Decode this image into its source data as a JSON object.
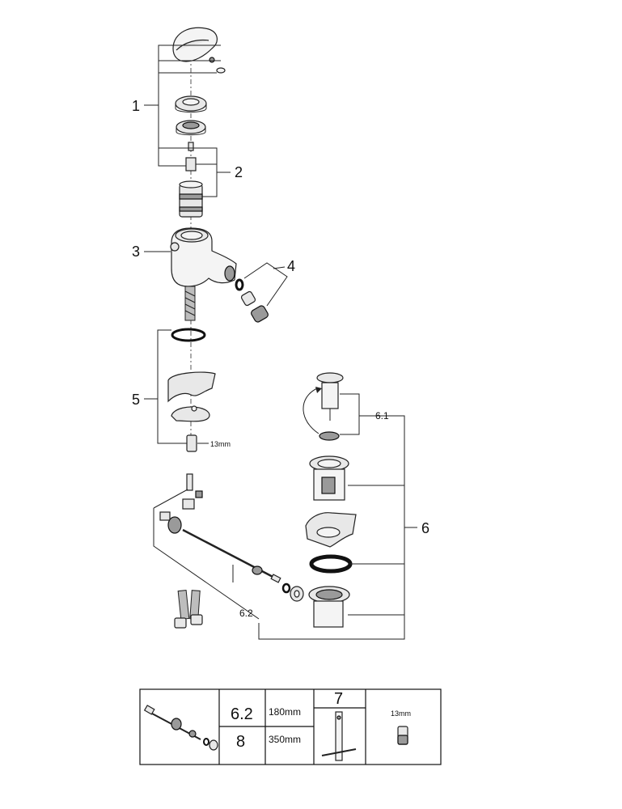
{
  "callouts": {
    "c1": "1",
    "c2": "2",
    "c3": "3",
    "c4": "4",
    "c5": "5",
    "c6": "6",
    "c61": "6.1",
    "c62": "6.2",
    "wrench_size": "13mm"
  },
  "table": {
    "row_top_label": "6.2",
    "row_top_length": "180mm",
    "row_bottom_label": "8",
    "row_bottom_length": "350mm",
    "tool_label": "7",
    "wrench_size": "13mm"
  }
}
